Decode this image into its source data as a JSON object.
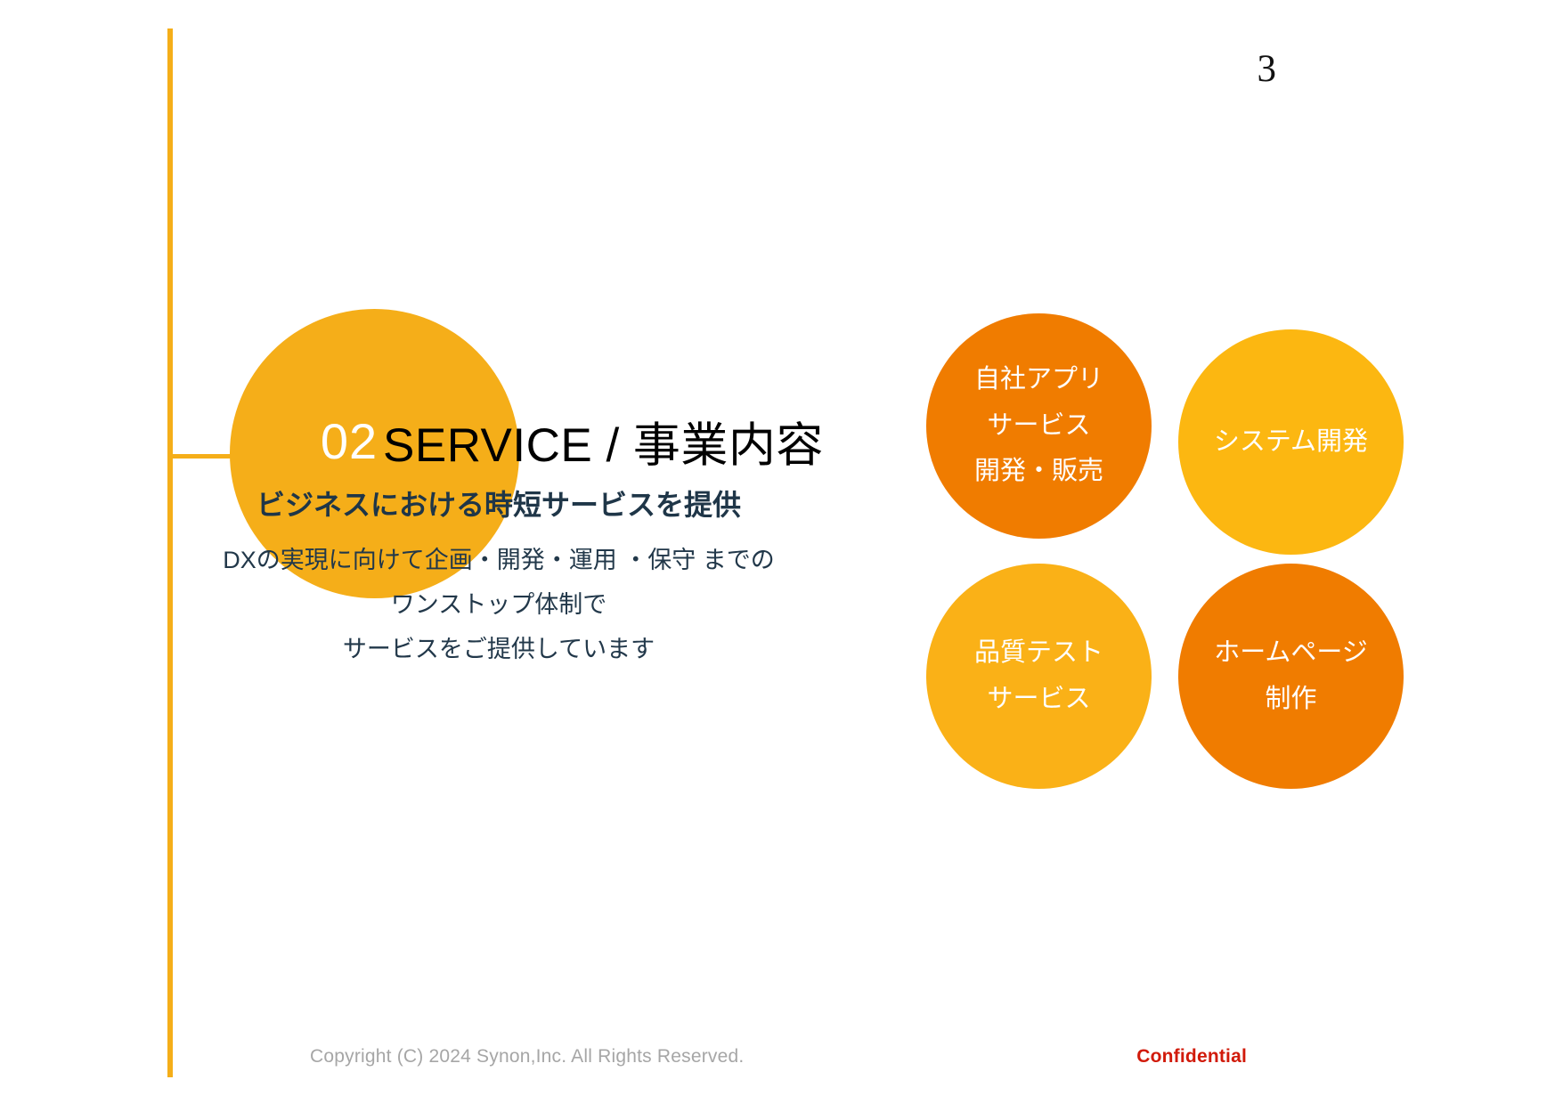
{
  "slide": {
    "page_number": "3",
    "accent_color": "#F5AE19",
    "background_color": "#FFFFFF"
  },
  "hero": {
    "number": "02",
    "circle_color": "#F5AE19",
    "title_en": "SERVICE",
    "title_separator": "/",
    "title_ja": "事業内容",
    "title_full": "SERVICE / 事業内容",
    "subtitle": "ビジネスにおける時短サービスを提供",
    "body_lines": [
      "DXの実現に向けて企画・開発・運用 ・保守 までの",
      "ワンストップ体制で",
      "サービスをご提供しています"
    ]
  },
  "services": [
    {
      "id": "own-app-service",
      "color": "#F07C00",
      "lines": [
        "自社アプリ",
        "サービス",
        "開発・販売"
      ]
    },
    {
      "id": "system-development",
      "color": "#FCB711",
      "lines": [
        "システム開発"
      ]
    },
    {
      "id": "quality-test-service",
      "color": "#FAB117",
      "lines": [
        "品質テスト",
        "サービス"
      ]
    },
    {
      "id": "homepage-production",
      "color": "#F07C00",
      "lines": [
        "ホームページ",
        "制作"
      ]
    }
  ],
  "footer": {
    "copyright": "Copyright (C) 2024 Synon,Inc. All Rights Reserved.",
    "confidential": "Confidential",
    "confidential_color": "#D11A0A"
  }
}
